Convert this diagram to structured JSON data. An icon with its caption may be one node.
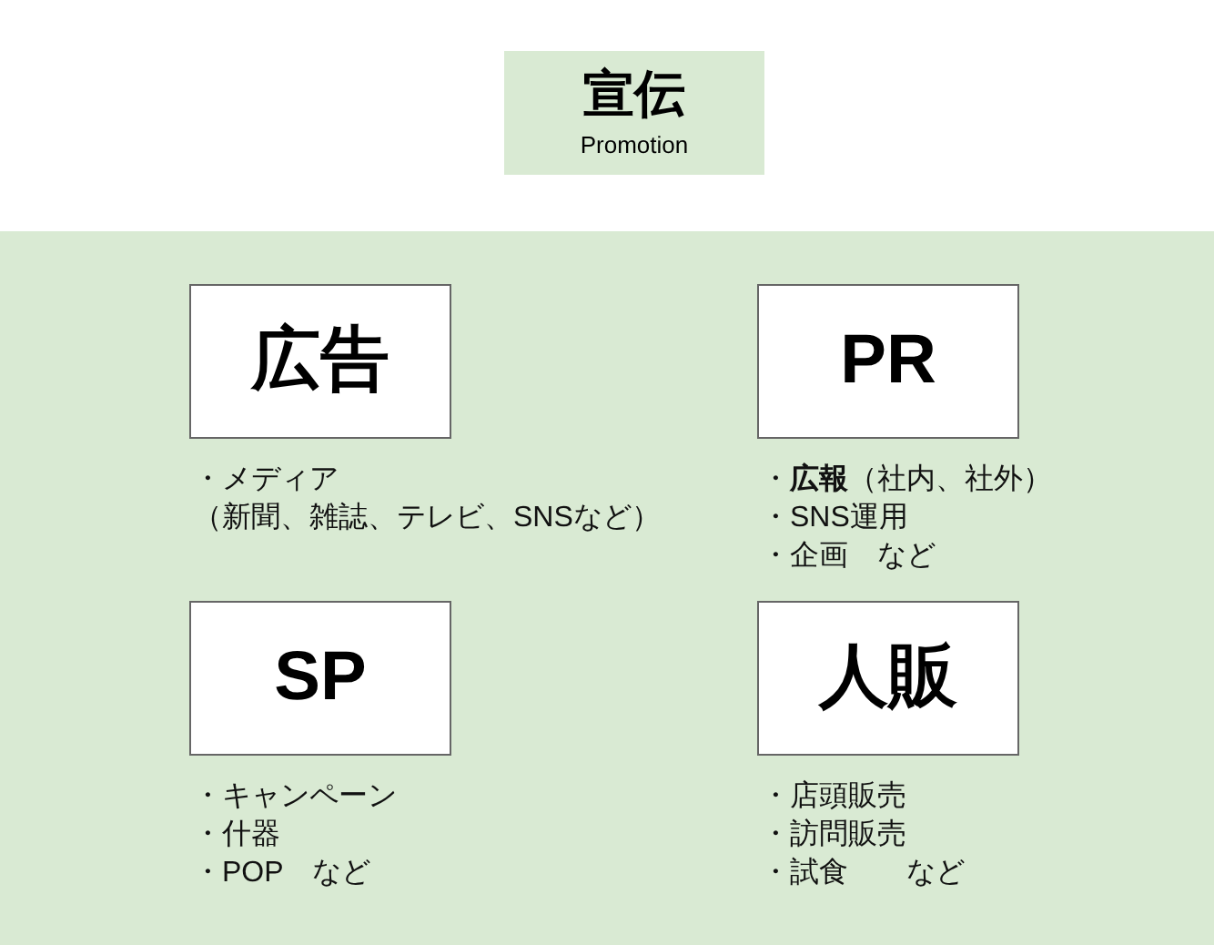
{
  "diagram": {
    "nodes": [
      {
        "text": [
          "宣伝",
          "Promotion"
        ]
      },
      {
        "text": [],
        "shape": "box"
      },
      {
        "text": [
          "広告"
        ],
        "in": 1,
        "beside": [
          "・メディア",
          "（新聞、雑誌、テレビ、SNSなど）"
        ]
      },
      {
        "text": [
          "PR"
        ],
        "in": 1,
        "beside": [
          "・**広報**（社内、社外）",
          "・SNS運用",
          "・企画　など"
        ]
      },
      {
        "text": [
          "SP"
        ],
        "in": 1,
        "beside": [
          "・キャンペーン",
          "・什器",
          "・POP　など"
        ]
      },
      {
        "text": [
          "人販"
        ],
        "in": 1,
        "beside": [
          "・店頭販売",
          "・訪問販売",
          "・試食　　など"
        ]
      }
    ],
    "edges": []
  }
}
